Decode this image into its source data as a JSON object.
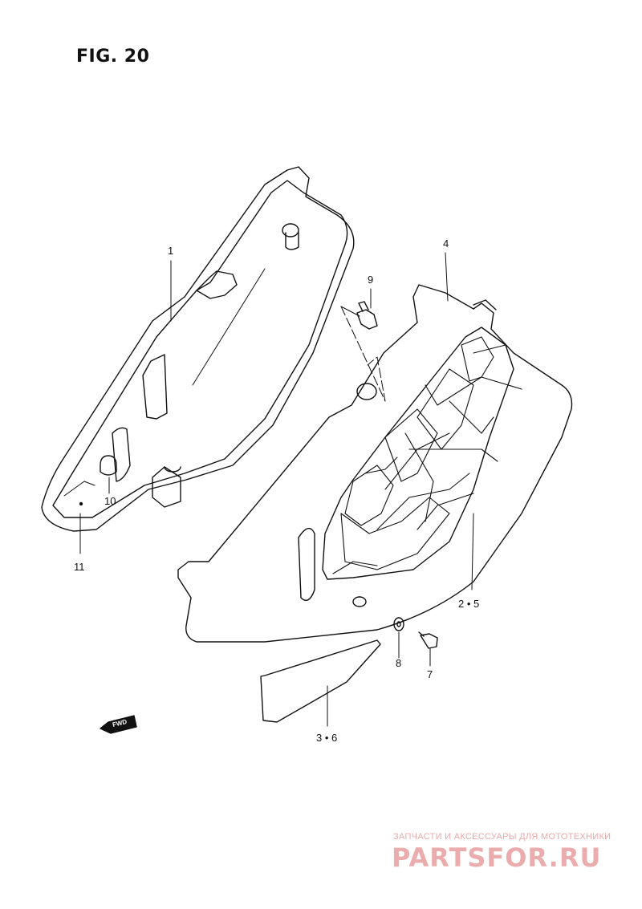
{
  "figure_title": "FIG. 20",
  "callouts": {
    "c1": "1",
    "c4": "4",
    "c9": "9",
    "c10": "10",
    "c11": "11",
    "c25": "2 • 5",
    "c8": "8",
    "c7": "7",
    "c36": "3 • 6"
  },
  "fwd_arrow": "FWD",
  "watermark": {
    "tagline": "ЗАПЧАСТИ И АКСЕССУАРЫ ДЛЯ МОТОТЕХНИКИ",
    "logo": "PARTSFOR.RU",
    "tagline_color": "#e9a9a9",
    "logo_color": "#d96a6a"
  },
  "colors": {
    "ink": "#111111",
    "paper": "#ffffff"
  }
}
